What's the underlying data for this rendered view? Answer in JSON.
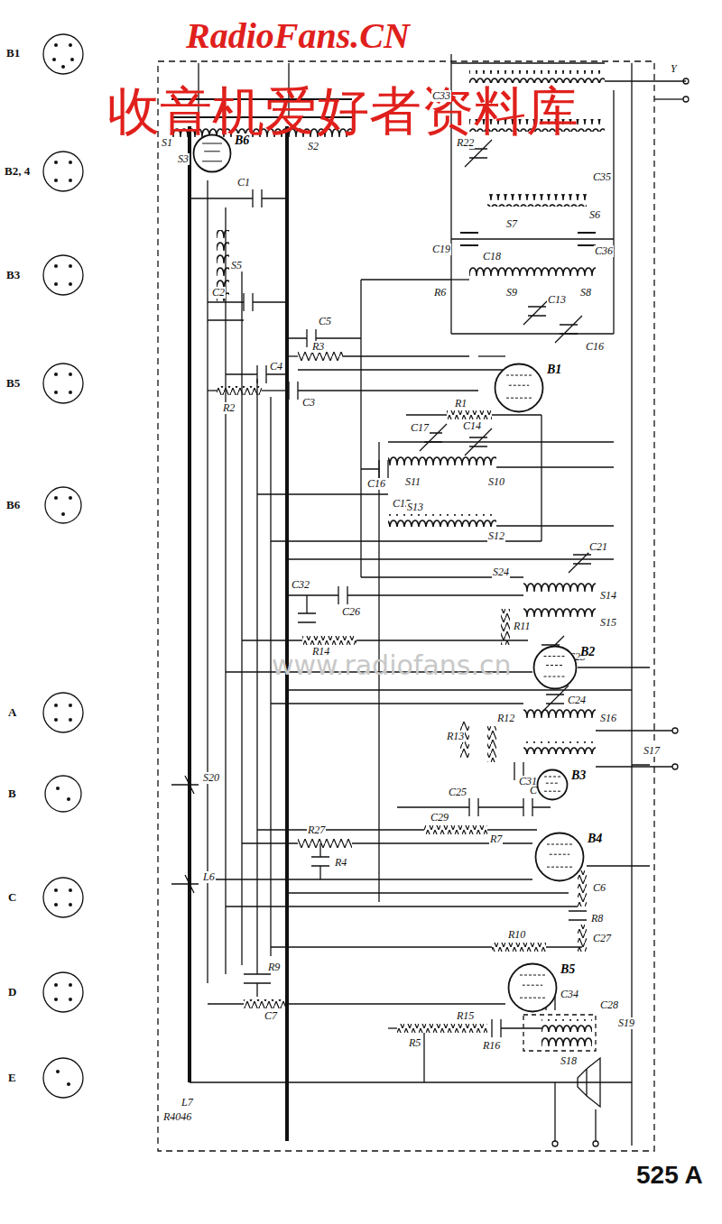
{
  "diagram": {
    "title": "525 A",
    "nodes": [
      {
        "text": [
          "B6"
        ]
      },
      {
        "text": [
          "B1"
        ]
      },
      {
        "text": [
          "B2"
        ]
      },
      {
        "text": [
          "B3"
        ]
      },
      {
        "text": [
          "B4"
        ]
      },
      {
        "text": [
          "B5"
        ]
      }
    ],
    "labels": [
      "RadioFans.CN",
      "收音机爱好者资料库",
      "www.radiofans.cn",
      "B1",
      "B2, 4",
      "B3",
      "B5",
      "B6",
      "A",
      "B",
      "C",
      "D",
      "E",
      "R4046",
      "Y",
      "S1",
      "S3",
      "S2",
      "C1",
      "S5",
      "C2",
      "C5",
      "R3",
      "C4",
      "R2",
      "C3",
      "C33",
      "R22",
      "C35",
      "S6",
      "S7",
      "C36",
      "C19",
      "C18",
      "R6",
      "S9",
      "S8",
      "C13",
      "C16",
      "R1",
      "C14",
      "C17",
      "S11",
      "S10",
      "C16",
      "C15",
      "S13",
      "S12",
      "C21",
      "S14",
      "S24",
      "S15",
      "R11",
      "C23",
      "C26",
      "C32",
      "R14",
      "C24",
      "S16",
      "R13",
      "R12",
      "C31",
      "S17",
      "C25",
      "C 30",
      "C29",
      "R7",
      "R27",
      "R4",
      "C6",
      "R8",
      "C27",
      "R10",
      "R9",
      "C7",
      "R5",
      "R15",
      "R16",
      "C34",
      "C28",
      "S19",
      "S18",
      "S20",
      "L6",
      "L7"
    ]
  }
}
